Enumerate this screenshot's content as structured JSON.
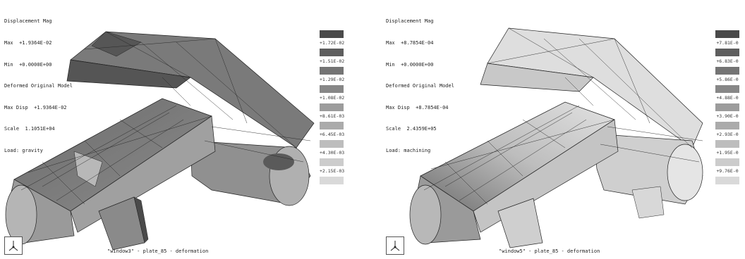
{
  "windows": [
    {
      "info": {
        "title": "Displacement Mag",
        "max": "Max  +1.9364E-02",
        "min": "Min  +0.0000E+00",
        "model": "Deformed Original Model",
        "max_disp": "Max Disp  +1.9364E-02",
        "scale": "Scale  1.1051E+04",
        "load": "Load: gravity"
      },
      "legend": {
        "colors": [
          "#4a4a4a",
          "#5e5e5e",
          "#747474",
          "#878787",
          "#9c9c9c",
          "#ababab",
          "#bdbdbd",
          "#cccccc",
          "#d9d9d9"
        ],
        "labels": [
          "+1.72E-02",
          "+1.51E-02",
          "+1.29E-02",
          "+1.08E-02",
          "+8.61E-03",
          "+6.45E-03",
          "+4.30E-03",
          "+2.15E-03"
        ]
      },
      "caption": "\"window3\" - plate_85 - deformation"
    },
    {
      "info": {
        "title": "Displacement Mag",
        "max": "Max  +8.7854E-04",
        "min": "Min  +0.0000E+00",
        "model": "Deformed Original Model",
        "max_disp": "Max Disp  +8.7854E-04",
        "scale": "Scale  2.4359E+05",
        "load": "Load: machining"
      },
      "legend": {
        "colors": [
          "#4a4a4a",
          "#5e5e5e",
          "#747474",
          "#878787",
          "#9c9c9c",
          "#ababab",
          "#bdbdbd",
          "#cccccc",
          "#d9d9d9"
        ],
        "labels": [
          "+7.81E-0",
          "+6.83E-0",
          "+5.86E-0",
          "+4.88E-0",
          "+3.90E-0",
          "+2.93E-0",
          "+1.95E-0",
          "+9.76E-0"
        ]
      },
      "caption": "\"window5\" - plate_85 - deformation"
    }
  ]
}
